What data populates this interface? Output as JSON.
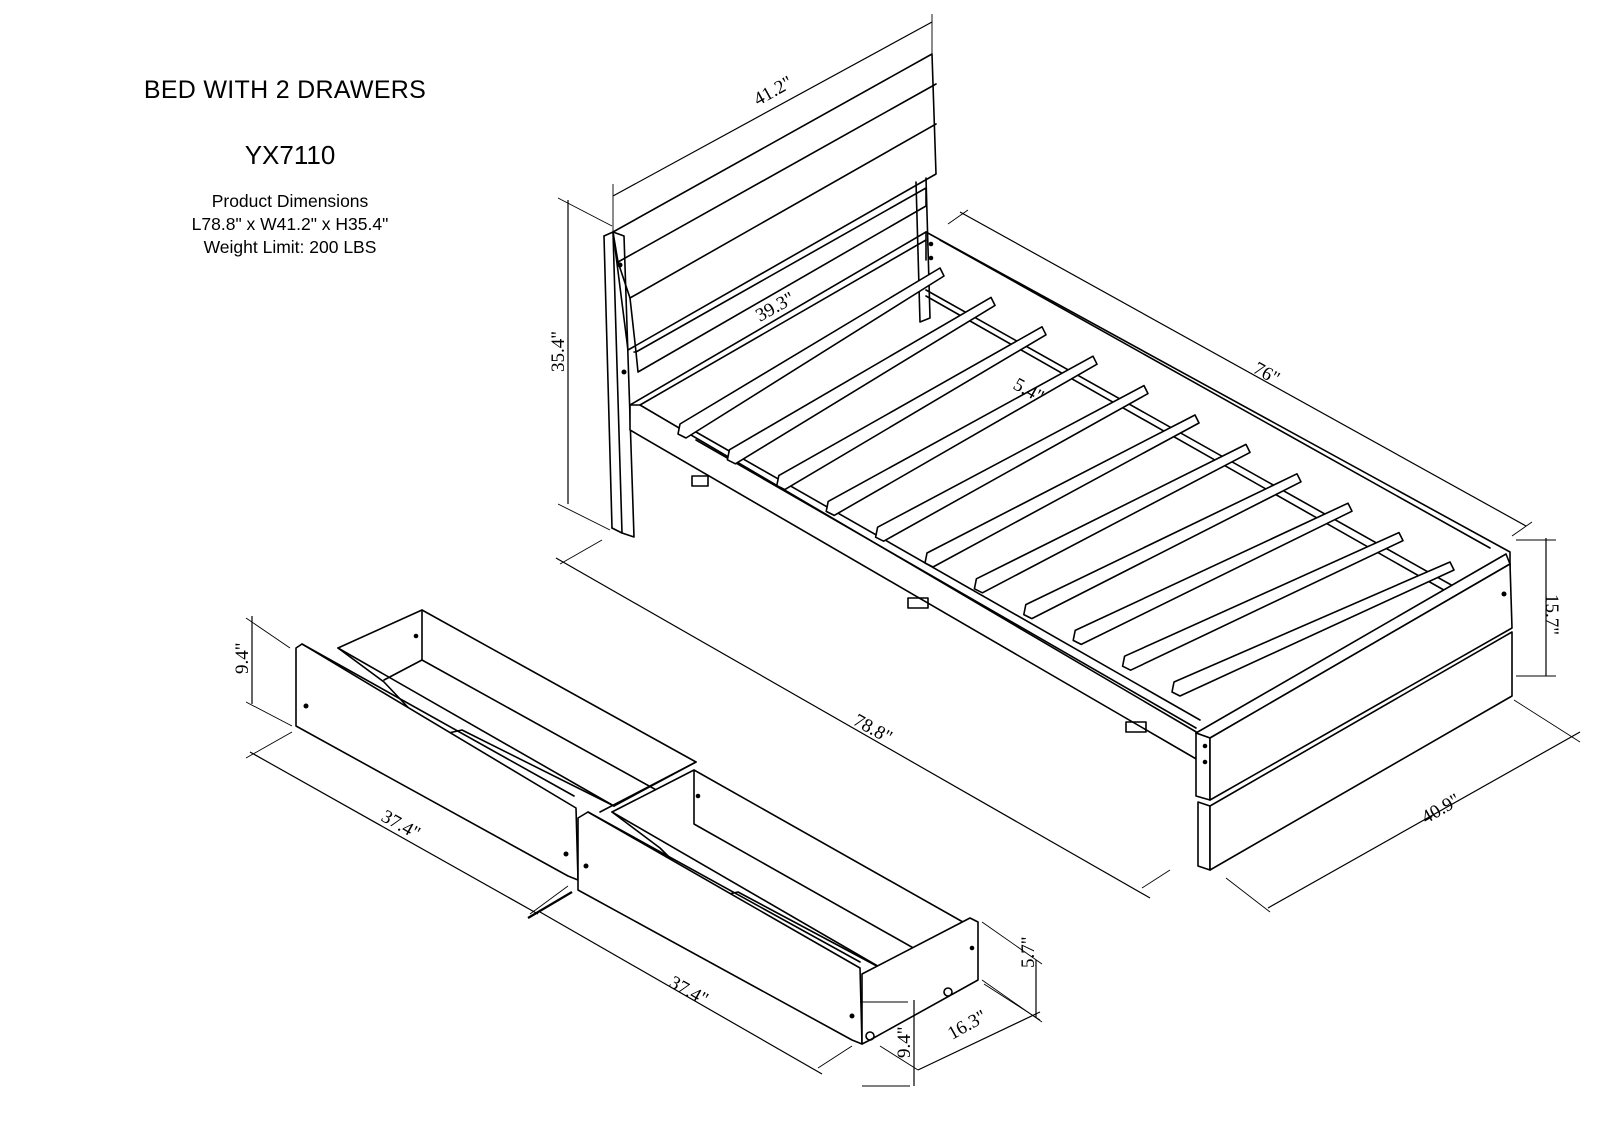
{
  "header": {
    "title": "BED WITH 2 DRAWERS",
    "model": "YX7110",
    "dimensions_heading": "Product Dimensions",
    "dimensions_value": "L78.8\" x W41.2\" x H35.4\"",
    "weight_limit": "Weight Limit: 200 LBS"
  },
  "dimensions": {
    "headboard_width": "41.2\"",
    "headboard_inner_width": "39.3\"",
    "headboard_height": "35.4\"",
    "side_rail_length": "76\"",
    "slat_spacing": "5.4\"",
    "bed_height": "15.7\"",
    "overall_length": "78.8\"",
    "footboard_width": "40.9\"",
    "drawer1_height": "9.4\"",
    "drawer1_length": "37.4\"",
    "drawer2_length": "37.4\"",
    "drawer2_box_height": "5.7\"",
    "drawer2_width": "16.3\"",
    "drawer2_height": "9.4\""
  },
  "colors": {
    "line": "#000000",
    "background": "#ffffff"
  }
}
